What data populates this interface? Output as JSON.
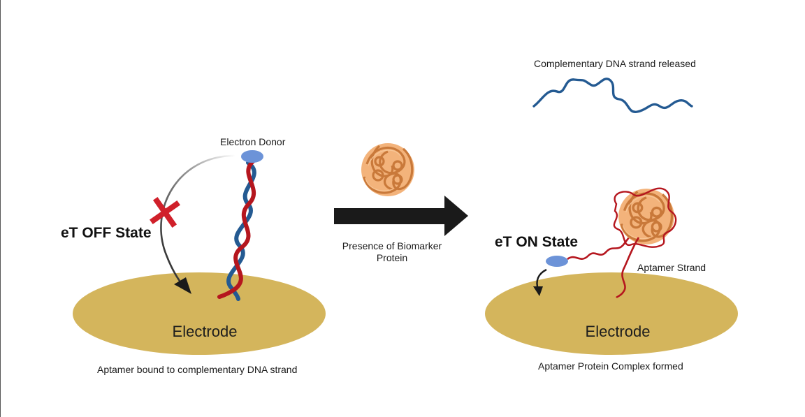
{
  "left_panel": {
    "state_label": "eT OFF  State",
    "donor_label": "Electron Donor",
    "electrode_label": "Electrode",
    "caption": "Aptamer bound to complementary DNA strand"
  },
  "middle": {
    "arrow_caption_line1": "Presence of Biomarker",
    "arrow_caption_line2": "Protein"
  },
  "right_panel": {
    "released_label": "Complementary DNA strand released",
    "state_label": "eT ON State",
    "aptamer_label": "Aptamer Strand",
    "electrode_label": "Electrode",
    "caption": "Aptamer Protein Complex formed"
  },
  "colors": {
    "electrode": "#d4b55c",
    "aptamer_red": "#b5161e",
    "dna_blue": "#245a92",
    "donor": "#6c93d8",
    "protein": "#e8a060",
    "protein_dark": "#c97a38",
    "block_x": "#d0202a",
    "arrow": "#1a1a1a"
  },
  "icons": [
    "blocked-x-icon",
    "protein-icon",
    "process-arrow-icon",
    "electron-transfer-arrow-icon"
  ]
}
